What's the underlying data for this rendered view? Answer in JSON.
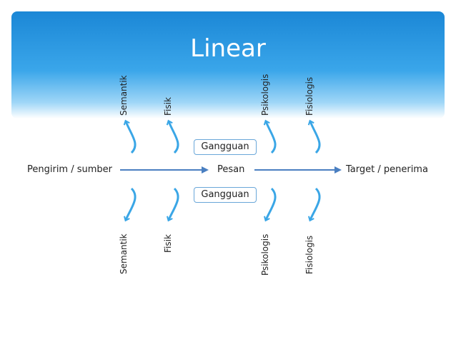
{
  "title": "Linear",
  "flow": {
    "sender": "Pengirim / sumber",
    "message": "Pesan",
    "receiver": "Target / penerima"
  },
  "noise_boxes": [
    "Gangguan",
    "Gangguan"
  ],
  "top_labels": [
    "Semantik",
    "Fisik",
    "Psikologis",
    "Fisiologis"
  ],
  "bottom_labels": [
    "Semantik",
    "Fisik",
    "Psikologis",
    "Fisiologis"
  ],
  "colors": {
    "header_dark": "#1b87d6",
    "arrow": "#3aa6e6",
    "flow_arrow": "#4a7fc1"
  }
}
